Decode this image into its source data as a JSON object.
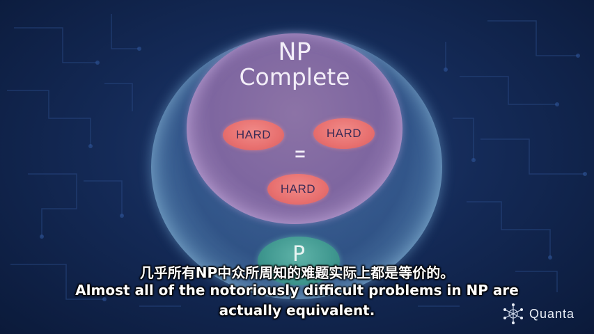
{
  "diagram": {
    "np_complete_title_line1": "NP",
    "np_complete_title_line2": "Complete",
    "hard_labels": [
      "HARD",
      "HARD",
      "HARD"
    ],
    "equals_sign": "=",
    "p_label": "P"
  },
  "subtitles": {
    "chinese": "几乎所有NP中众所周知的难题实际上都是等价的。",
    "english_line1": "Almost all of the notoriously difficult problems in NP are",
    "english_line2": "actually equivalent."
  },
  "watermark": {
    "brand": "Quanta"
  },
  "colors": {
    "background": "#142a57",
    "np_sphere": "#5f8cbe",
    "np_complete_sphere": "#8c73a6",
    "hard_blob": "#e8706f",
    "p_blob": "#3f978f"
  }
}
